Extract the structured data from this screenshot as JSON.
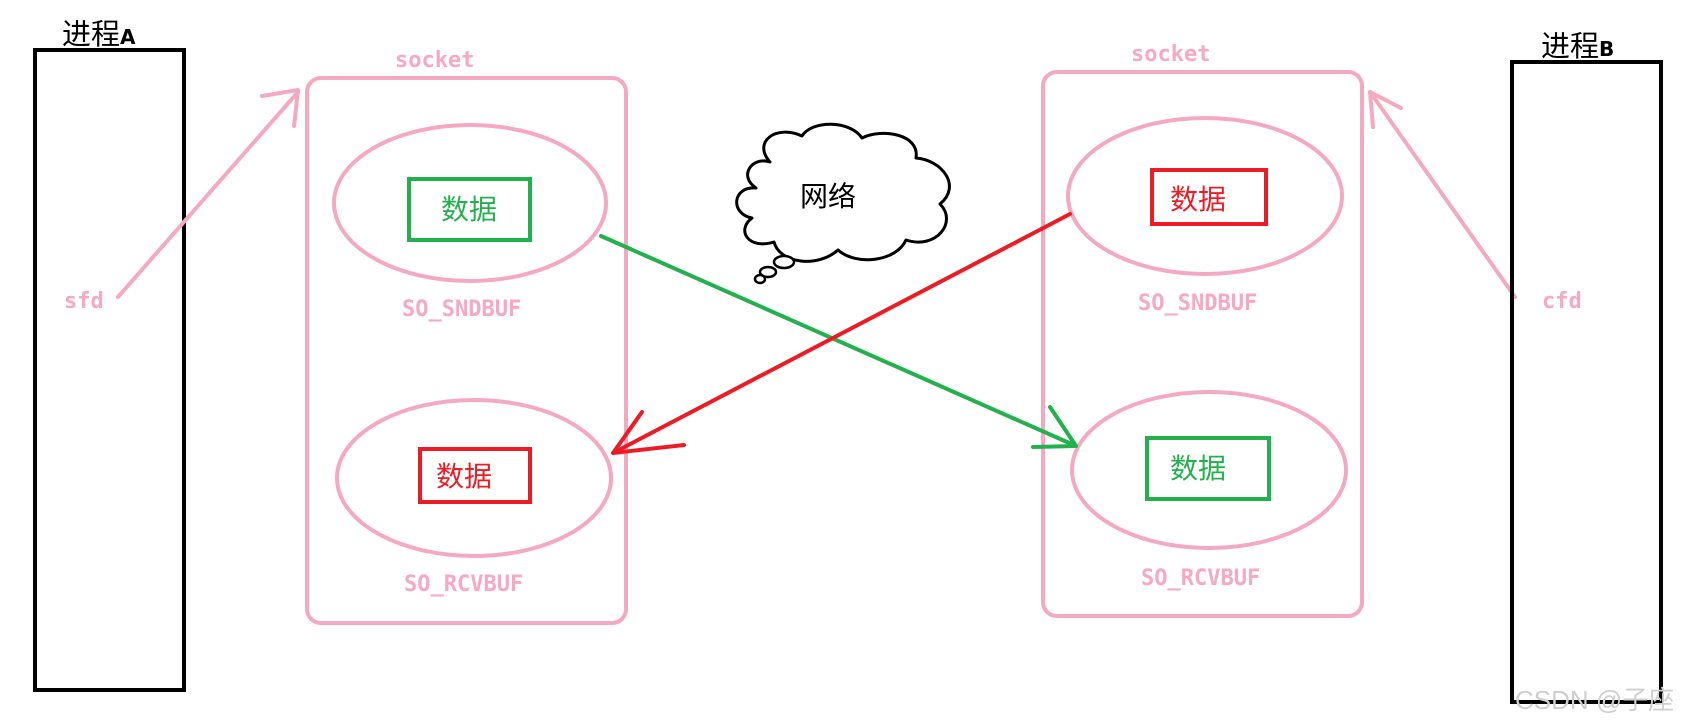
{
  "process_a": {
    "title_prefix": "进程",
    "title_suffix": "A",
    "fd_label": "sfd"
  },
  "process_b": {
    "title_prefix": "进程",
    "title_suffix": "B",
    "fd_label": "cfd"
  },
  "socket_a": {
    "title": "socket",
    "send_buffer": {
      "label": "SO_SNDBUF",
      "data_label": "数据",
      "data_color": "#22b14c"
    },
    "recv_buffer": {
      "label": "SO_RCVBUF",
      "data_label": "数据",
      "data_color": "#ed1c24"
    }
  },
  "socket_b": {
    "title": "socket",
    "send_buffer": {
      "label": "SO_SNDBUF",
      "data_label": "数据",
      "data_color": "#ed1c24"
    },
    "recv_buffer": {
      "label": "SO_RCVBUF",
      "data_label": "数据",
      "data_color": "#22b14c"
    }
  },
  "network": {
    "label": "网络"
  },
  "watermark": "CSDN @子座",
  "colors": {
    "socket_outline": "#f4a9c0",
    "arrow_a_to_b": "#22b14c",
    "arrow_b_to_a": "#ed1c24",
    "process_outline": "#000000"
  }
}
